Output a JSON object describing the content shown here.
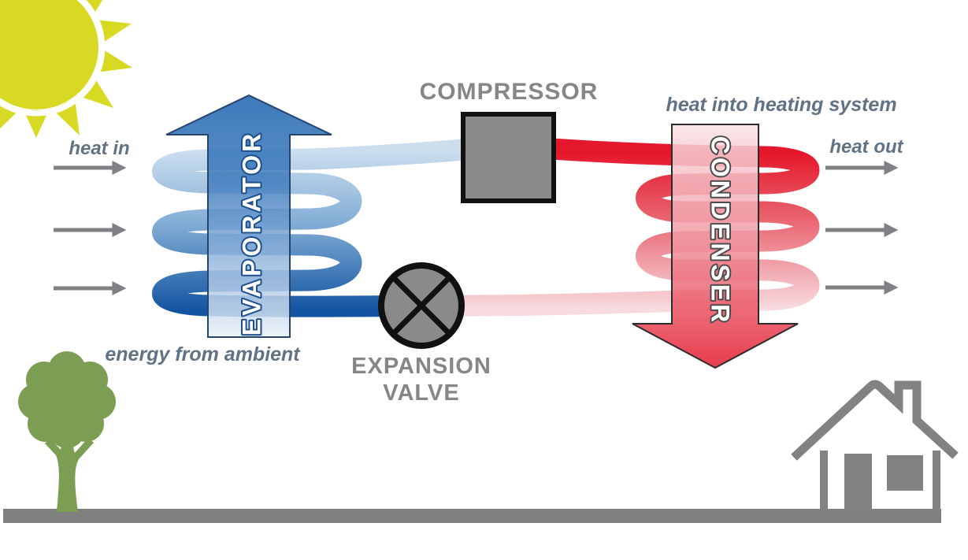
{
  "diagram": {
    "subject": "heat pump refrigeration cycle",
    "labels": {
      "compressor": "COMPRESSOR",
      "evaporator": "EVAPORATOR",
      "condenser": "CONDENSER",
      "expansion_valve": [
        "EXPANSION",
        "VALVE"
      ]
    },
    "captions": {
      "heat_in": "heat in",
      "heat_out": "heat out",
      "heat_into_heating_system": "heat into heating system",
      "energy_from_ambient": "energy from ambient"
    },
    "flow_arrows": {
      "heat_in_count": 3,
      "heat_out_count": 3
    }
  },
  "icons": {
    "sun": "sun-icon",
    "tree": "tree-icon",
    "house": "house-icon",
    "compressor": "compressor-box-icon",
    "expansion_valve": "valve-circle-x-icon",
    "evaporator": "blue-up-arrow-coil-icon",
    "condenser": "red-down-arrow-coil-icon",
    "heat_flow": "gray-arrow-icon"
  },
  "colors": {
    "sun_yellow": "#d8d922",
    "tree_green": "#7b9e52",
    "ground_gray": "#808080",
    "house_gray": "#828282",
    "equipment_gray": "#8a8a8a",
    "equipment_outline": "#111111",
    "equipment_label_gray": "#868686",
    "caption_slate": "#61728525",
    "caption_text": "#617285",
    "flow_arrow_gray": "#7f8184",
    "coil_blue_light": "#ccdeee",
    "coil_blue_mid": "#84aed6",
    "coil_blue_dark": "#1254a1",
    "coil_red_bright": "#e5182b",
    "coil_red_mid": "#ea6a76",
    "coil_red_light": "#f8dbdf",
    "evap_arrow_top": "#1a62af",
    "evap_arrow_mid": "#3f7cbd",
    "evap_arrow_bottom": "#eaf1f9",
    "evap_outline": "#25456e",
    "evap_text_outline": "#1d4f8e",
    "cond_arrow_top": "#f9e2e5",
    "cond_arrow_mid": "#f0939e",
    "cond_arrow_bottom": "#e4182b",
    "cond_outline": "#2b2b2b",
    "cond_text_outline": "#4d4d4d",
    "label_white": "#ffffff"
  }
}
